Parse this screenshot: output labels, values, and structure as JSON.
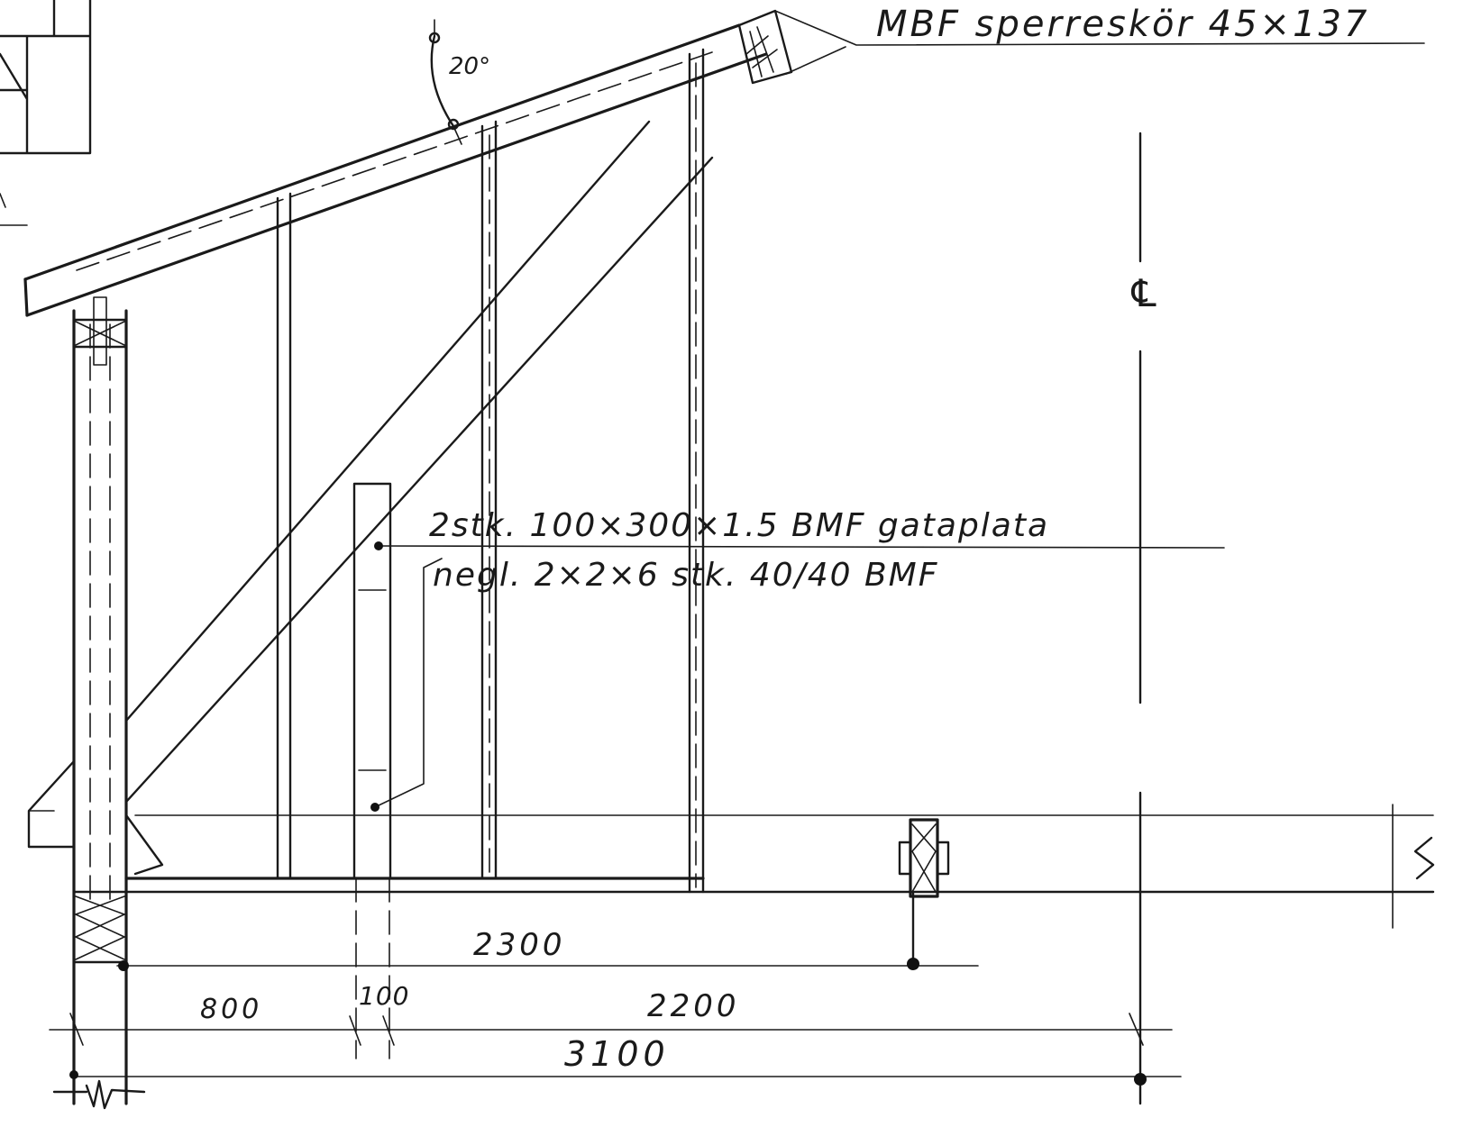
{
  "annotations": {
    "rafter_label": "MBF sperreskör 45×137",
    "angle_label": "20°",
    "plate_label_line1": "2stk. 100×300×1.5 BMF gataplata",
    "plate_label_line2": "negl. 2×2×6 stk. 40/40 BMF",
    "centerline_symbol": "℄"
  },
  "dimensions": {
    "dim_2300": "2300",
    "dim_800": "800",
    "dim_100": "100",
    "dim_2200": "2200",
    "dim_3100": "3100"
  }
}
